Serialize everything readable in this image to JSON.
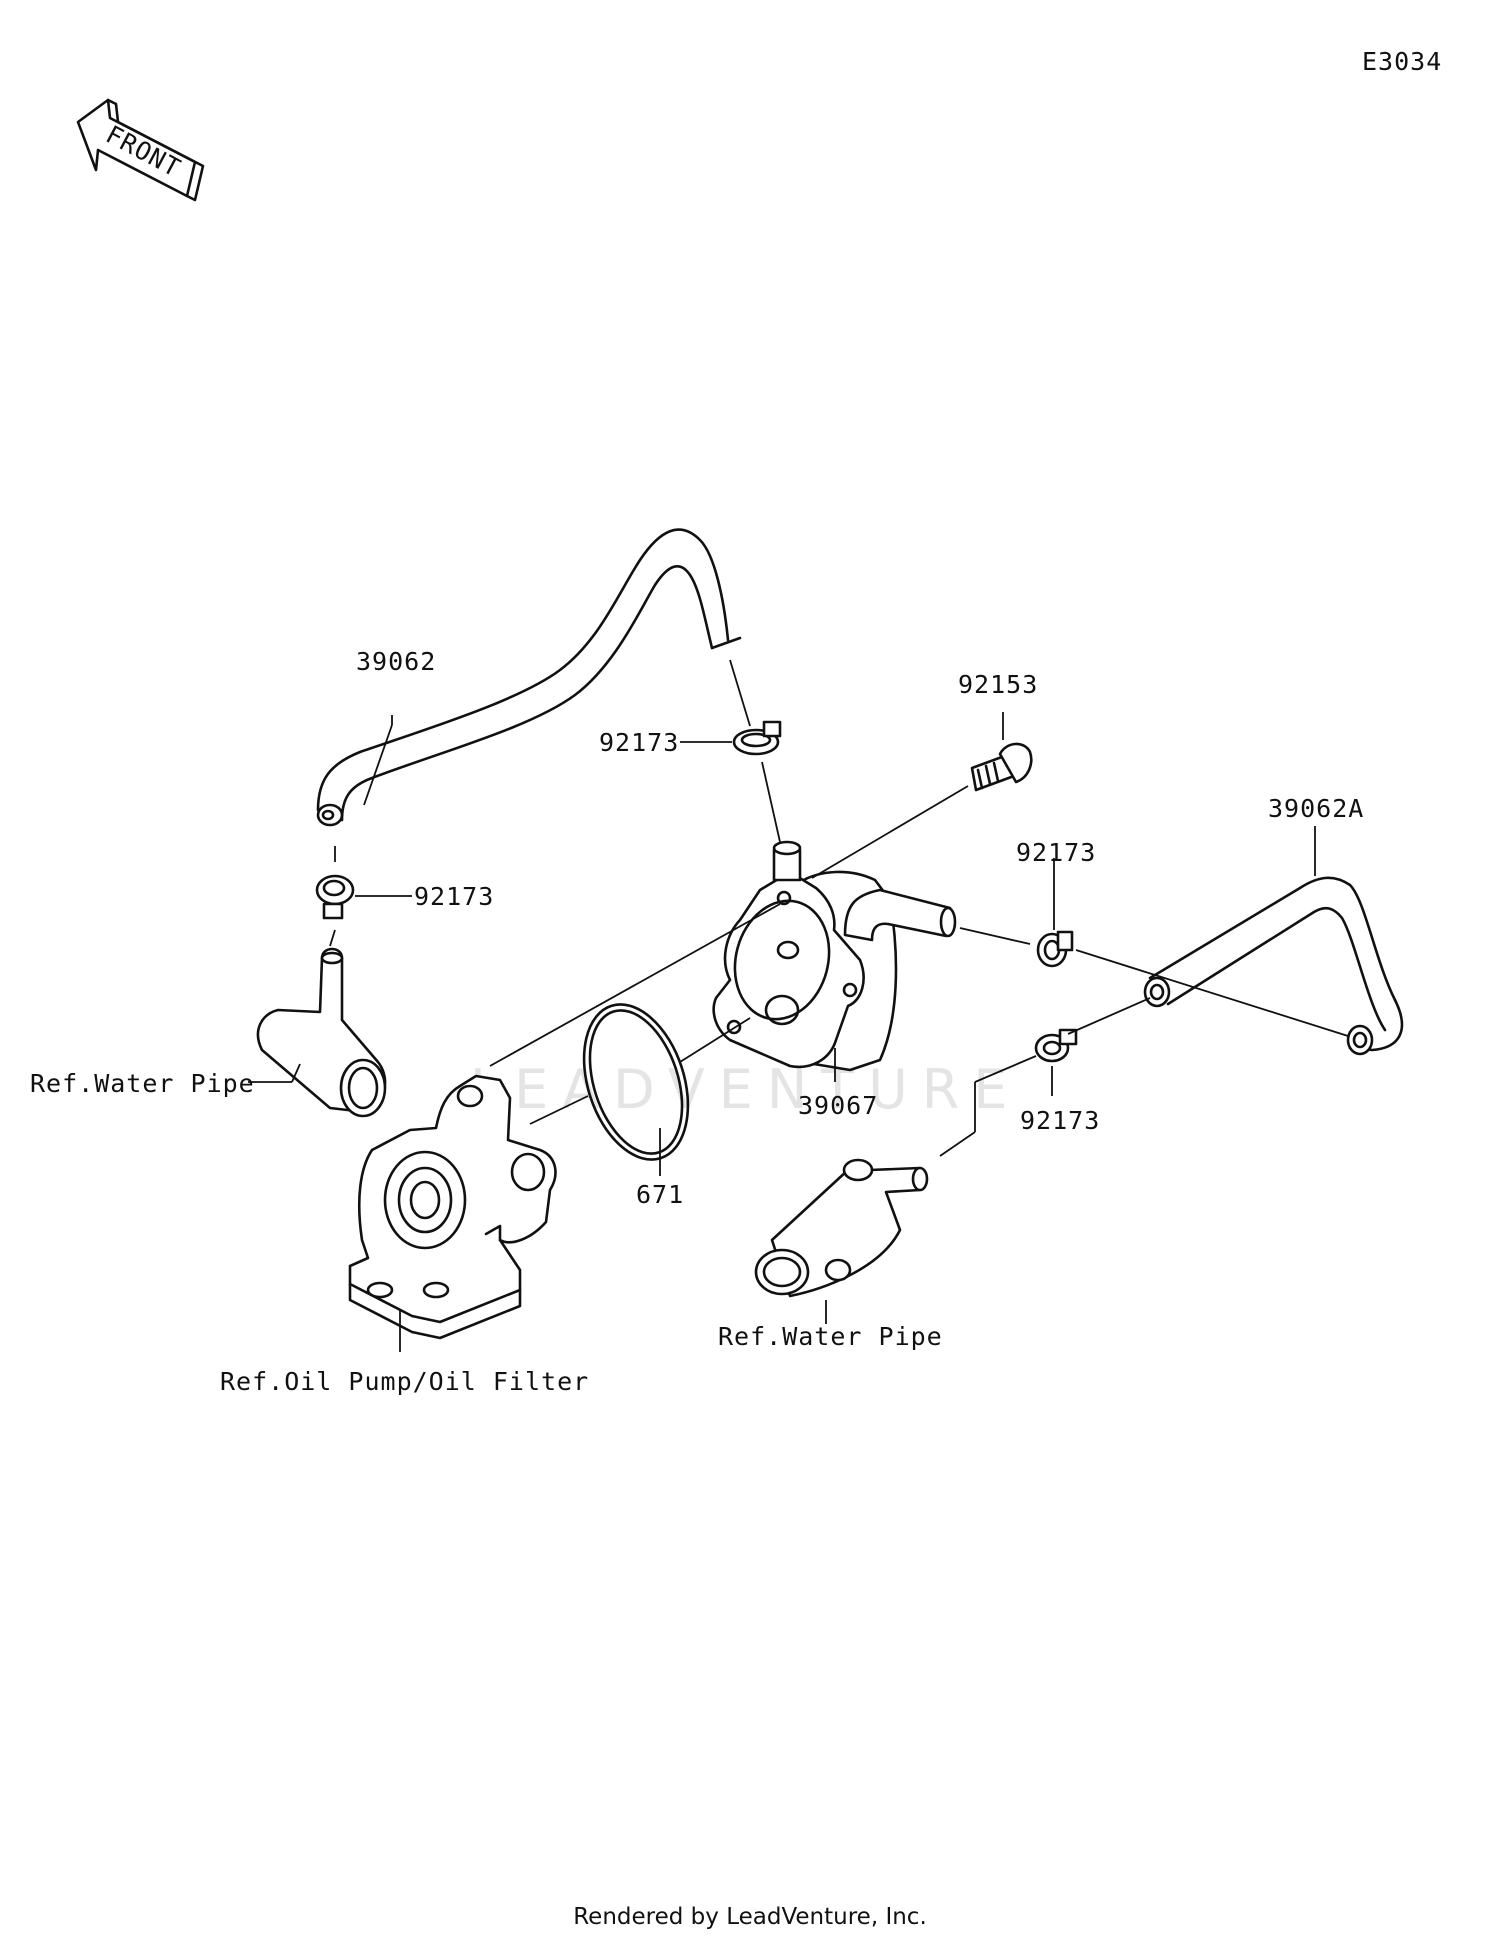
{
  "diagram_code": "E3034",
  "front_label": "FRONT",
  "watermark": "LEADVENTURE",
  "labels": {
    "hose_39062": "39062",
    "clamp_top": "92173",
    "bolt_92153": "92153",
    "hose_39062a": "39062A",
    "clamp_left": "92173",
    "clamp_right_upper": "92173",
    "clamp_right_lower": "92173",
    "cooler_39067": "39067",
    "oring_671": "671",
    "ref_water_pipe_left": "Ref.Water Pipe",
    "ref_water_pipe_right": "Ref.Water Pipe",
    "ref_oil_pump": "Ref.Oil Pump/Oil Filter"
  },
  "footer": "Rendered by LeadVenture, Inc."
}
